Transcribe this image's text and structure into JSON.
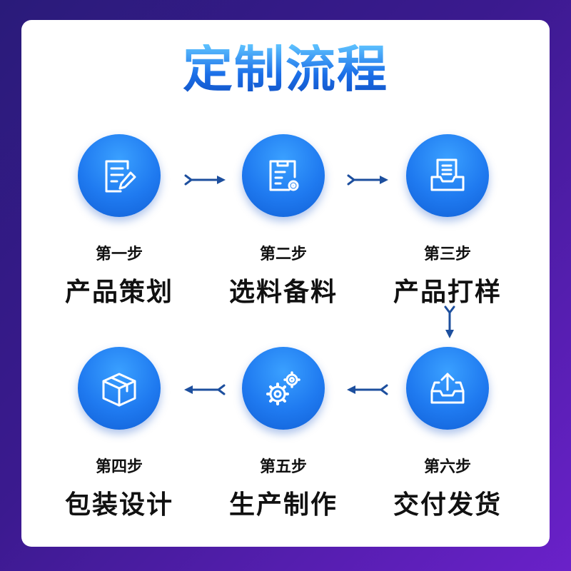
{
  "title": "定制流程",
  "colors": {
    "accent": "#1f7af0",
    "arrow": "#1d4f9e",
    "background": "#3b1a8f"
  },
  "steps": [
    {
      "number": "第一步",
      "name": "产品策划",
      "icon": "edit-document-icon"
    },
    {
      "number": "第二步",
      "name": "选料备料",
      "icon": "clipboard-settings-icon"
    },
    {
      "number": "第三步",
      "name": "产品打样",
      "icon": "document-tray-icon"
    },
    {
      "number": "第四步",
      "name": "包装设计",
      "icon": "package-box-icon"
    },
    {
      "number": "第五步",
      "name": "生产制作",
      "icon": "gears-icon"
    },
    {
      "number": "第六步",
      "name": "交付发货",
      "icon": "outbox-upload-icon"
    }
  ]
}
